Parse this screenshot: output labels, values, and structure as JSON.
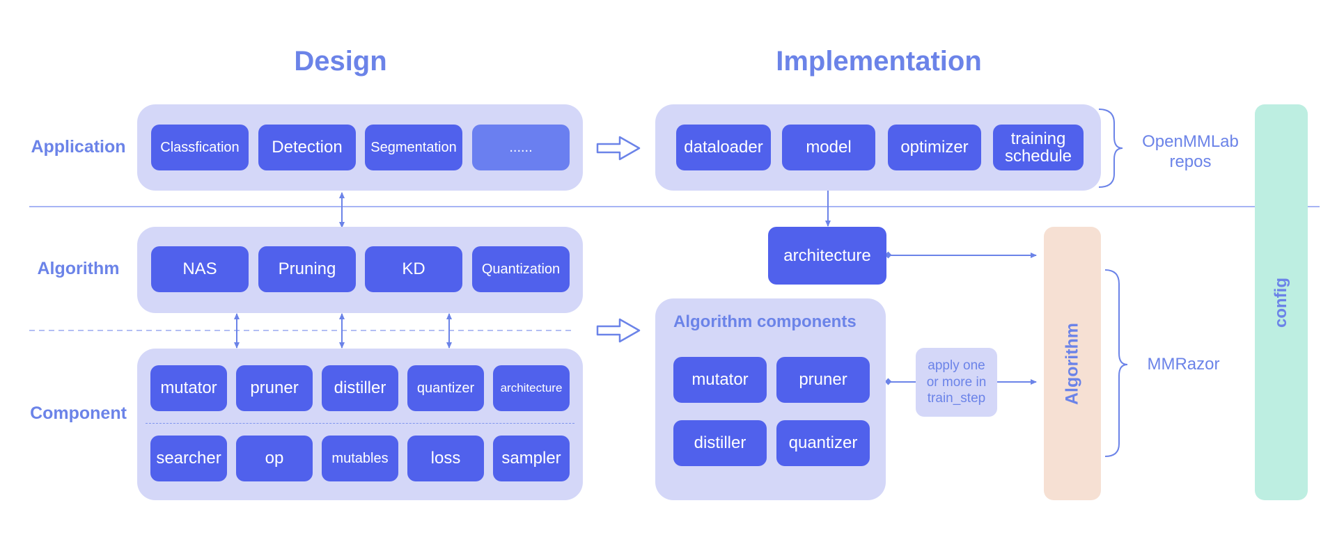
{
  "headings": {
    "design": "Design",
    "implementation": "Implementation"
  },
  "row_labels": {
    "application": "Application",
    "algorithm": "Algorithm",
    "component": "Component"
  },
  "design": {
    "application": [
      "Classfication",
      "Detection",
      "Segmentation",
      "......"
    ],
    "algorithm": [
      "NAS",
      "Pruning",
      "KD",
      "Quantization"
    ],
    "component_top": [
      "mutator",
      "pruner",
      "distiller",
      "quantizer",
      "architecture"
    ],
    "component_bottom": [
      "searcher",
      "op",
      "mutables",
      "loss",
      "sampler"
    ]
  },
  "implementation": {
    "application": [
      "dataloader",
      "model",
      "optimizer",
      "training\nschedule"
    ],
    "architecture": "architecture",
    "components_title": "Algorithm components",
    "components": [
      "mutator",
      "pruner",
      "distiller",
      "quantizer"
    ],
    "note": "apply one\nor more in\ntrain_step",
    "algorithm_bar": "Algorithm"
  },
  "side_labels": {
    "openmmlab": "OpenMMLab\nrepos",
    "mmrazor": "MMRazor",
    "config": "config"
  },
  "colors": {
    "accent_text": "#6b83e8",
    "panel": "#d4d7f8",
    "button": "#5061ec",
    "button_light": "#6a7ff0",
    "algorithm_bar": "#f6e0d3",
    "config_bar": "#bdeee1",
    "line": "#6b83e8"
  }
}
